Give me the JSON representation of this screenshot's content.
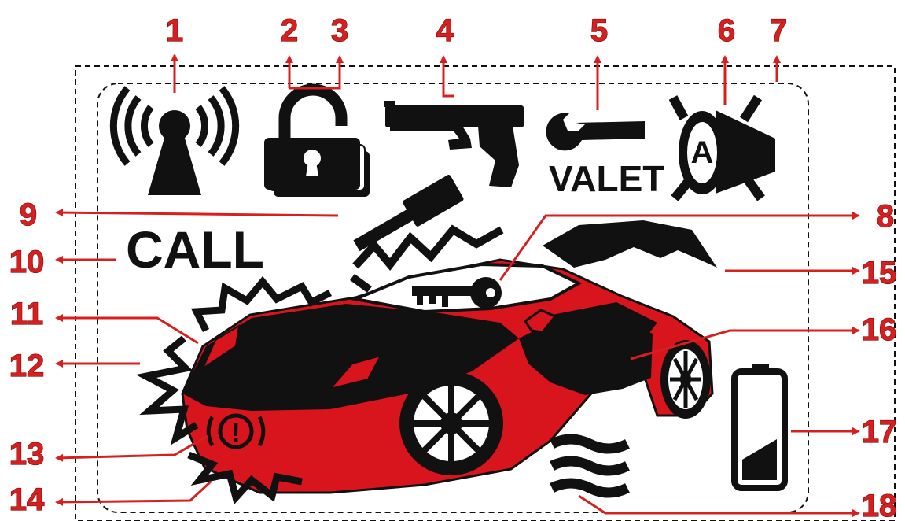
{
  "labels": {
    "n1": "1",
    "n2": "2",
    "n3": "3",
    "n4": "4",
    "n5": "5",
    "n6": "6",
    "n7": "7",
    "n8": "8",
    "n9": "9",
    "n10": "10",
    "n11": "11",
    "n12": "12",
    "n13": "13",
    "n14": "14",
    "n15": "15",
    "n16": "16",
    "n17": "17",
    "n18": "18"
  },
  "display": {
    "call_text": "CALL",
    "valet_text": "VALET",
    "auto_letter": "A",
    "warning_symbol": "(!)"
  },
  "colors": {
    "callout": "#d81f1f",
    "car_body": "#d8141c",
    "icon": "#111111",
    "background": "#ffffff"
  },
  "icons": [
    "antenna-signal-icon",
    "padlock-icon",
    "lock-stack-icon",
    "pistol-icon",
    "wrench-icon",
    "auto-horn-icon",
    "horn-crossed-icon",
    "key-icon",
    "hammer-icon",
    "shock-burst-icon",
    "battery-icon",
    "heat-waves-icon",
    "sports-car-icon",
    "parking-brake-icon"
  ]
}
